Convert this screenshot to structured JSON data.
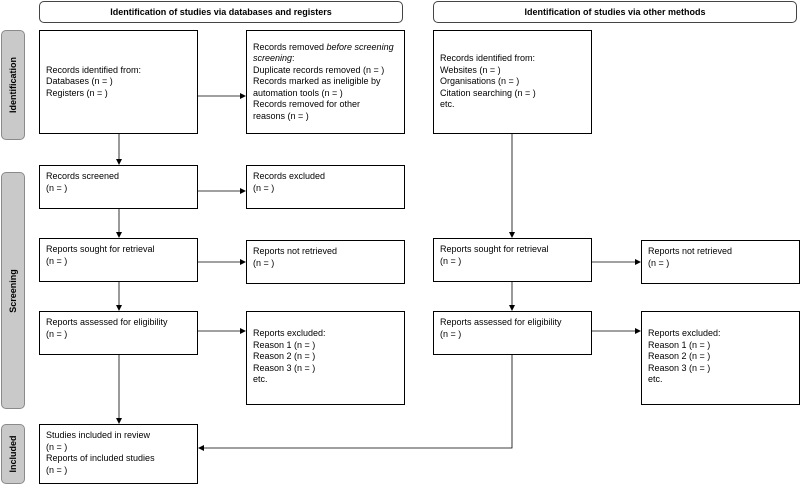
{
  "headers": {
    "databases": "Identification of studies via databases and registers",
    "other": "Identification of studies via other methods"
  },
  "phases": {
    "identification": "Identification",
    "screening": "Screening",
    "included": "Included"
  },
  "left": {
    "records_identified": [
      "Records identified from:",
      "Databases (n = )",
      "Registers (n = )"
    ],
    "records_removed": {
      "l1_prefix": "Records removed ",
      "l1_italic": "before screening",
      "l1_suffix": ":",
      "lines": [
        "Duplicate records removed  (n = )",
        "Records marked as ineligible by automation tools (n = )",
        "Records removed for other reasons (n = )"
      ]
    },
    "records_screened": [
      "Records screened",
      "(n = )"
    ],
    "records_excluded": [
      "Records excluded",
      "(n = )"
    ],
    "reports_sought": [
      "Reports sought for retrieval",
      "(n = )"
    ],
    "reports_not_retrieved": [
      "Reports not retrieved",
      "(n = )"
    ],
    "reports_assessed": [
      "Reports assessed for eligibility",
      "(n = )"
    ],
    "reports_excluded": [
      "Reports excluded:",
      "Reason 1 (n = )",
      "Reason 2 (n = )",
      "Reason 3 (n = )",
      "etc."
    ],
    "studies_included": [
      "Studies included in review",
      "(n = )",
      "Reports of included studies",
      "(n = )"
    ]
  },
  "right": {
    "records_identified": [
      "Records identified from:",
      "Websites (n = )",
      "Organisations (n = )",
      "Citation searching (n = )",
      "etc."
    ],
    "reports_sought": [
      "Reports sought for retrieval",
      "(n = )"
    ],
    "reports_not_retrieved": [
      "Reports not retrieved",
      "(n = )"
    ],
    "reports_assessed": [
      "Reports assessed for eligibility",
      "(n = )"
    ],
    "reports_excluded": [
      "Reports excluded:",
      "Reason 1 (n = )",
      "Reason 2 (n = )",
      "Reason 3 (n = )",
      "etc."
    ]
  }
}
